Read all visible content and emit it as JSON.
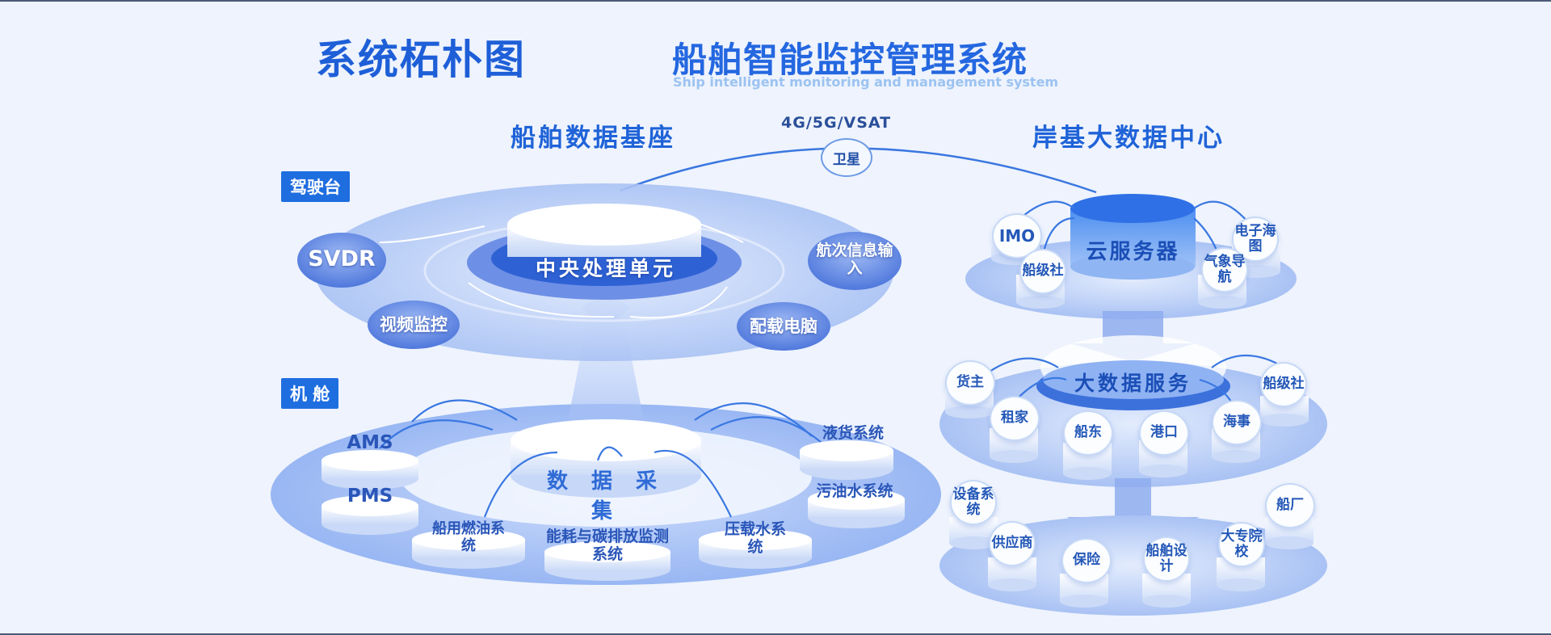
{
  "header": {
    "topology_title": "系统柘朴图",
    "system_title": "船舶智能监控管理系统",
    "system_subtitle_en": "Ship intelligent monitoring and management system"
  },
  "sections": {
    "ship_platform": "船舶数据基座",
    "shore_center": "岸基大数据中心"
  },
  "network": {
    "link_label": "4G/5G/VSAT",
    "satellite": "卫星"
  },
  "bridge": {
    "tag": "驾驶台",
    "core": "中央处理单元",
    "nodes": {
      "svdr": "SVDR",
      "voyage_input": "航次信息输入",
      "video": "视频监控",
      "loading_pc": "配载电脑"
    }
  },
  "engine_room": {
    "tag": "机 舱",
    "core": "数 据 采 集",
    "nodes": {
      "ams": "AMS",
      "pms": "PMS",
      "liquid_cargo": "液货系统",
      "sewage": "污油水系统",
      "fuel": "船用燃油系统",
      "energy": "能耗与碳排放监测系统",
      "ballast": "压载水系统"
    }
  },
  "cloud": {
    "core": "云服务器",
    "nodes": {
      "imo": "IMO",
      "class": "船级社",
      "chart": "电子海图",
      "weather": "气象导航"
    }
  },
  "big_data": {
    "core": "大数据服务",
    "nodes": {
      "cargo_owner": "货主",
      "class": "船级社",
      "charterer": "租家",
      "shipowner": "船东",
      "port": "港口",
      "maritime": "海事"
    }
  },
  "partners": {
    "nodes": {
      "equipment": "设备系统",
      "shipyard": "船厂",
      "supplier": "供应商",
      "insurance": "保险",
      "design": "船舶设计",
      "college": "大专院校"
    }
  }
}
